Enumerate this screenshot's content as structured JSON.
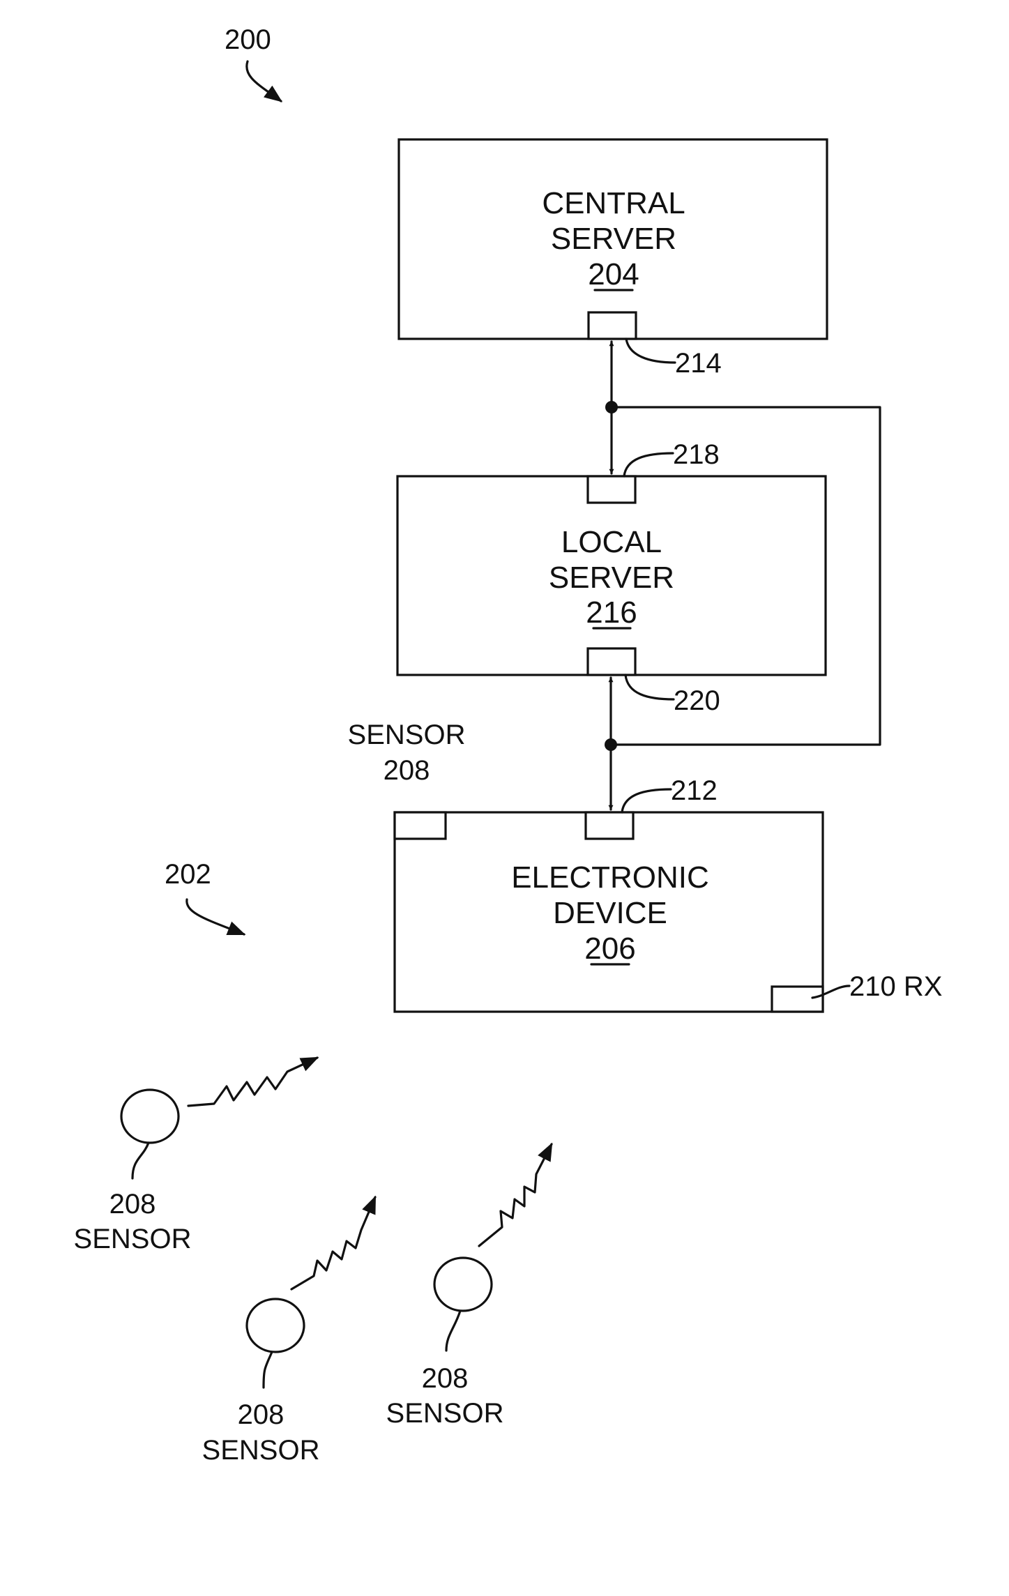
{
  "figure": {
    "ref": "200",
    "group_ref": "202"
  },
  "central_server": {
    "line1": "CENTRAL",
    "line2": "SERVER",
    "ref": "204",
    "port_ref": "214"
  },
  "local_server": {
    "line1": "LOCAL",
    "line2": "SERVER",
    "ref": "216",
    "top_port_ref": "218",
    "bottom_port_ref": "220"
  },
  "electronic_device": {
    "line1": "ELECTRONIC",
    "line2": "DEVICE",
    "ref": "206",
    "port_ref": "212",
    "rx_label": "210 RX"
  },
  "device_sensor": {
    "label": "SENSOR",
    "ref": "208"
  },
  "sensors": [
    {
      "ref": "208",
      "label": "SENSOR"
    },
    {
      "ref": "208",
      "label": "SENSOR"
    },
    {
      "ref": "208",
      "label": "SENSOR"
    }
  ],
  "colors": {
    "ink": "#111111",
    "background": "#ffffff"
  }
}
